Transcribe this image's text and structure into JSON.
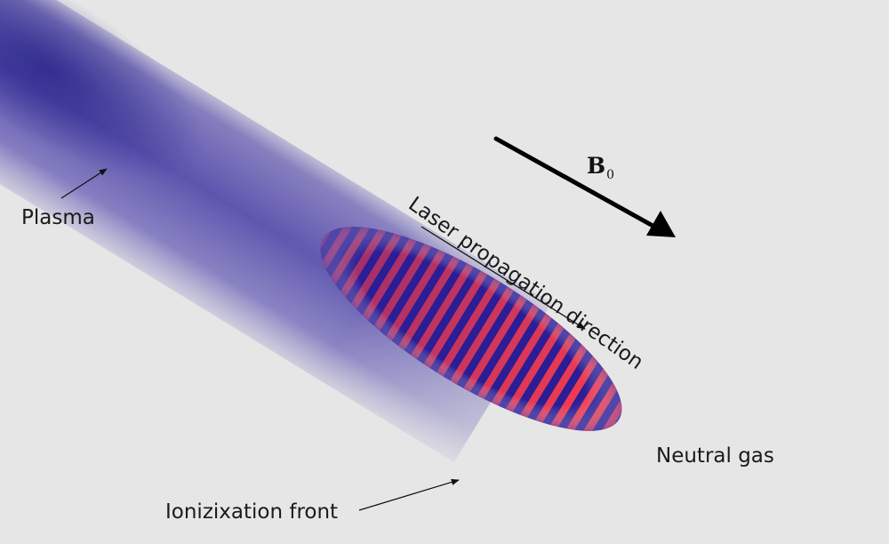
{
  "labels": {
    "plasma": "Plasma",
    "laser_direction": "Laser propagation direction",
    "neutral_gas": "Neutral gas",
    "ionization_front": "Ionizixation front",
    "field_symbol": "B",
    "field_subscript": "0"
  },
  "colors": {
    "background": "#e6e6e6",
    "plasma": "#3a2fa0",
    "plasma_dark": "#24208a",
    "laser_red": "#ff3d4a",
    "laser_blue": "#2a1d95",
    "text": "#1a1a1a"
  }
}
